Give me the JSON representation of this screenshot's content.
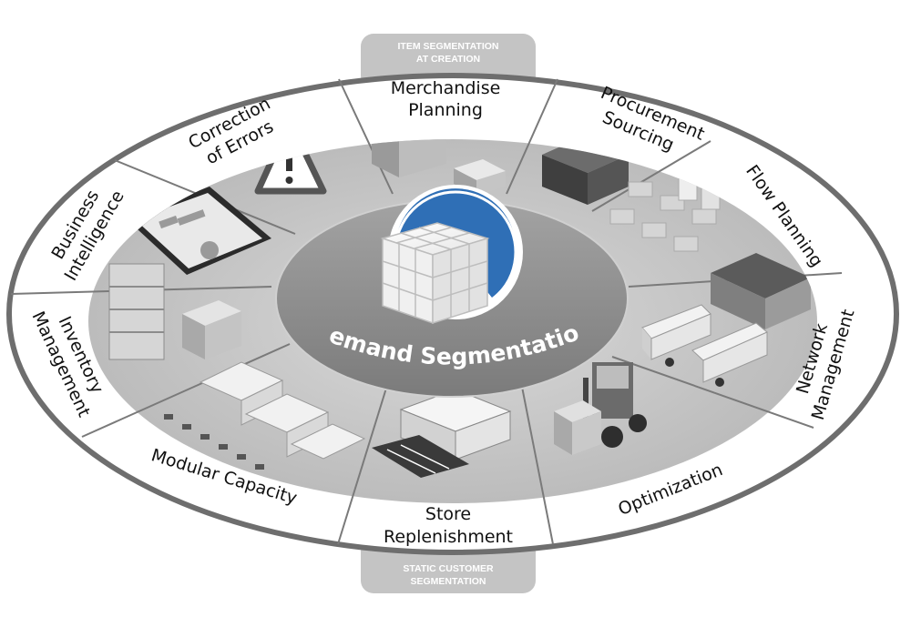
{
  "diagram": {
    "center_title": "Demand Segmentation",
    "top_tab": {
      "lines": [
        "ITEM SEGMENTATION",
        "AT CREATION"
      ]
    },
    "bottom_tab": {
      "lines": [
        "STATIC CUSTOMER",
        "SEGMENTATION"
      ]
    },
    "segments": [
      {
        "id": "merchandise-planning",
        "lines": [
          "Merchandise",
          "Planning"
        ]
      },
      {
        "id": "procurement-sourcing",
        "lines": [
          "Procurement",
          "Sourcing"
        ]
      },
      {
        "id": "flow-planning",
        "lines": [
          "Flow Planning"
        ]
      },
      {
        "id": "network-management",
        "lines": [
          "Network",
          "Management"
        ]
      },
      {
        "id": "optimization",
        "lines": [
          "Optimization"
        ]
      },
      {
        "id": "store-replenishment",
        "lines": [
          "Store",
          "Replenishment"
        ]
      },
      {
        "id": "modular-capacity",
        "lines": [
          "Modular Capacity"
        ]
      },
      {
        "id": "inventory-management",
        "lines": [
          "Inventory",
          "Management"
        ]
      },
      {
        "id": "business-intelligence",
        "lines": [
          "Business",
          "Intelligence"
        ]
      },
      {
        "id": "correction-of-errors",
        "lines": [
          "Correction",
          "of Errors"
        ]
      }
    ],
    "colors": {
      "accent_blue": "#2f6fb6",
      "ring_border": "#6e6e6e",
      "tab_gray": "#c4c4c4",
      "inner_gray": "#c9c9c9",
      "center_gray": "#8f8f8f"
    }
  }
}
